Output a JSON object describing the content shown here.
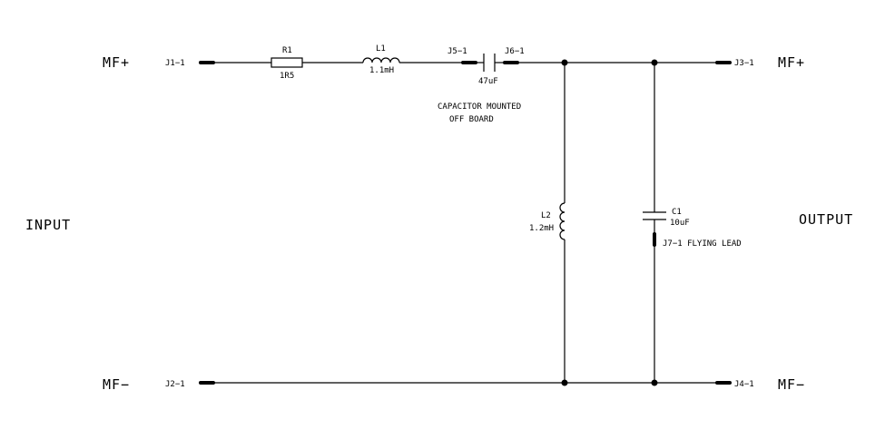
{
  "labels": {
    "input": "INPUT",
    "output": "OUTPUT",
    "in_pos": "MF+",
    "in_neg": "MF−",
    "out_pos": "MF+",
    "out_neg": "MF−",
    "note_line1": "CAPACITOR MOUNTED",
    "note_line2": "OFF BOARD",
    "flying_lead": "J7−1 FLYING LEAD"
  },
  "connectors": {
    "j1": "J1−1",
    "j2": "J2−1",
    "j3": "J3−1",
    "j4": "J4−1",
    "j5": "J5−1",
    "j6": "J6−1"
  },
  "components": {
    "r1": {
      "ref": "R1",
      "value": "1R5"
    },
    "l1": {
      "ref": "L1",
      "value": "1.1mH"
    },
    "cap_off": {
      "value": "47uF"
    },
    "l2": {
      "ref": "L2",
      "value": "1.2mH"
    },
    "c1": {
      "ref": "C1",
      "value": "10uF"
    }
  }
}
